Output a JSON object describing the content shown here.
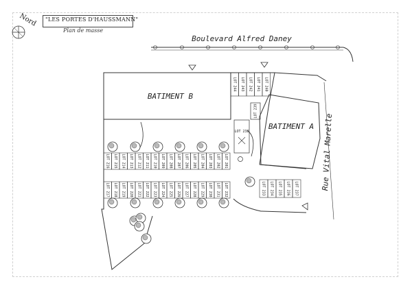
{
  "header": {
    "title": "\"LES PORTES D'HAUSSMANN\"",
    "subtitle": "Plan de masse",
    "north": "Nord"
  },
  "streets": {
    "top": "Boulevard Alfred Daney",
    "right": "Rue Vital Marelle"
  },
  "buildings": {
    "b": "BATIMENT B",
    "a": "BATIMENT A"
  },
  "lots": {
    "top_row": [
      "LOT 201",
      "LOT 202",
      "LOT 203",
      "LOT 204",
      "LOT 205",
      "LOT 206",
      "LOT 207",
      "LOT 208",
      "LOT 209",
      "LOT 210",
      "LOT 211",
      "LOT 212",
      "LOT 213",
      "LOT 214",
      "LOT 215",
      "LOT 216"
    ],
    "bottom_row": [
      "LOT 217",
      "LOT 218",
      "LOT 219",
      "LOT 220",
      "LOT 221",
      "LOT 222",
      "LOT 223",
      "LOT 224",
      "LOT 225",
      "LOT 226",
      "LOT 227",
      "LOT 228",
      "LOT 229",
      "LOT 230",
      "LOT 231",
      "LOT 232"
    ],
    "a_row": [
      "LOT 233",
      "LOT 234",
      "LOT 235",
      "LOT 236",
      "LOT 237"
    ],
    "a_ramp": "LOT 238",
    "a_ramp2": "LOT 239",
    "top_right": [
      "LOT 240",
      "LOT 241",
      "LOT 242",
      "LOT 243",
      "LOT 244"
    ]
  }
}
